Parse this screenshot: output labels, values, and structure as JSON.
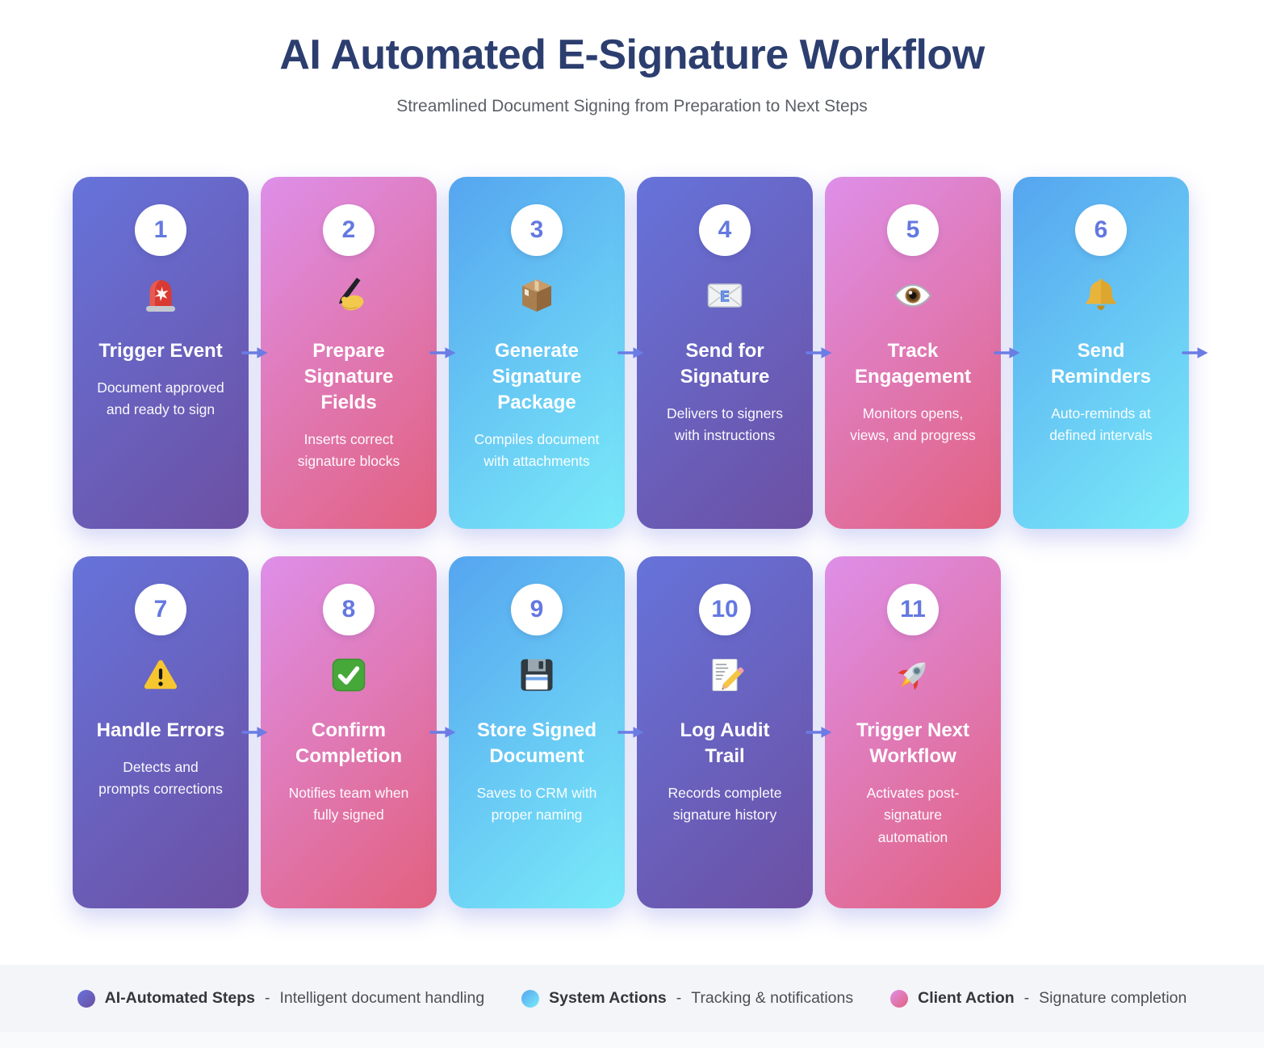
{
  "header": {
    "title": "AI Automated E-Signature Workflow",
    "subtitle": "Streamlined Document Signing from Preparation to Next Steps"
  },
  "cards": [
    {
      "number": "1",
      "icon": "siren-icon",
      "title": "Trigger Event",
      "description": "Document approved and ready to sign",
      "category": "ai-automated",
      "gradient": [
        "#6673DA",
        "#6C50A3"
      ]
    },
    {
      "number": "2",
      "icon": "writing-hand-icon",
      "title": "Prepare Signature Fields",
      "description": "Inserts correct signature blocks",
      "category": "client",
      "gradient": [
        "#DE8FE9",
        "#E2617E"
      ]
    },
    {
      "number": "3",
      "icon": "package-icon",
      "title": "Generate Signature Package",
      "description": "Compiles document with attachments",
      "category": "system",
      "gradient": [
        "#55A5EF",
        "#7AEBF9"
      ]
    },
    {
      "number": "4",
      "icon": "email-icon",
      "title": "Send for Signature",
      "description": "Delivers to signers with instructions",
      "category": "ai-automated",
      "gradient": [
        "#6673DA",
        "#6C50A3"
      ]
    },
    {
      "number": "5",
      "icon": "eye-icon",
      "title": "Track Engagement",
      "description": "Monitors opens, views, and progress",
      "category": "client",
      "gradient": [
        "#DE8FE9",
        "#E2617E"
      ]
    },
    {
      "number": "6",
      "icon": "bell-icon",
      "title": "Send Reminders",
      "description": "Auto-reminds at defined intervals",
      "category": "system",
      "gradient": [
        "#55A5EF",
        "#7AEBF9"
      ]
    },
    {
      "number": "7",
      "icon": "warning-icon",
      "title": "Handle Errors",
      "description": "Detects and prompts corrections",
      "category": "ai-automated",
      "gradient": [
        "#6673DA",
        "#6C50A3"
      ]
    },
    {
      "number": "8",
      "icon": "check-icon",
      "title": "Confirm Completion",
      "description": "Notifies team when fully signed",
      "category": "client",
      "gradient": [
        "#DE8FE9",
        "#E2617E"
      ]
    },
    {
      "number": "9",
      "icon": "floppy-disk-icon",
      "title": "Store Signed Document",
      "description": "Saves to CRM with proper naming",
      "category": "system",
      "gradient": [
        "#55A5EF",
        "#7AEBF9"
      ]
    },
    {
      "number": "10",
      "icon": "memo-icon",
      "title": "Log Audit Trail",
      "description": "Records complete signature history",
      "category": "ai-automated",
      "gradient": [
        "#6673DA",
        "#6C50A3"
      ]
    },
    {
      "number": "11",
      "icon": "rocket-icon",
      "title": "Trigger Next Workflow",
      "description": "Activates post-signature automation",
      "category": "client",
      "gradient": [
        "#DE8FE9",
        "#E2617E"
      ]
    }
  ],
  "legend": [
    {
      "label": "AI-Automated Steps",
      "separator": "-",
      "description": "Intelligent document handling",
      "color": "#6865C9"
    },
    {
      "label": "System Actions",
      "separator": "-",
      "description": "Tracking & notifications",
      "color": "#5BC8F0"
    },
    {
      "label": "Client Action",
      "separator": "-",
      "description": "Signature completion",
      "color": "#E2739F"
    }
  ],
  "colors": {
    "title_text": "#2C3E6F",
    "subtitle_text": "#5C6066",
    "step_number": "#6478E0",
    "arrow": "#6B7CE4",
    "legend_band": "#F4F5F9"
  }
}
